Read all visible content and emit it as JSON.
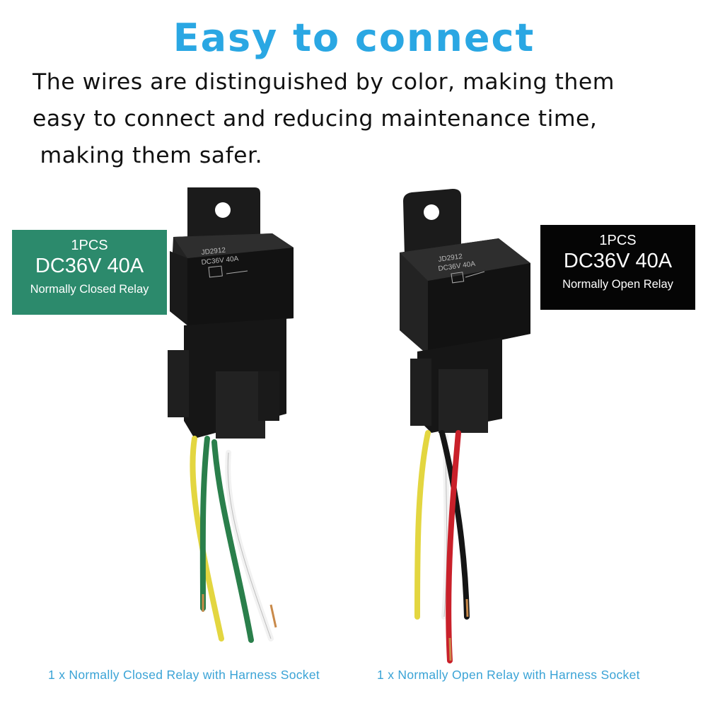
{
  "heading": "Easy to connect",
  "description": {
    "line1": "The wires are distinguished by color, making them",
    "line2": "easy to connect and reducing maintenance time,",
    "line3": " making them safer."
  },
  "products": [
    {
      "badge": {
        "qty": "1PCS",
        "spec": "DC36V 40A",
        "type": "Normally Closed Relay",
        "color": "#2c8a6c"
      },
      "label": {
        "model": "JD2912",
        "rating": "DC36V  40A"
      },
      "wires": [
        "yellow",
        "green",
        "green",
        "white"
      ],
      "caption": "1 x Normally Closed Relay with Harness Socket"
    },
    {
      "badge": {
        "qty": "1PCS",
        "spec": "DC36V 40A",
        "type": "Normally Open Relay",
        "color": "#050505"
      },
      "label": {
        "model": "JD2912",
        "rating": "DC36V  40A"
      },
      "wires": [
        "yellow",
        "black",
        "red",
        "white"
      ],
      "caption": "1 x Normally Open Relay with Harness Socket"
    }
  ],
  "colors": {
    "heading": "#2aa7e3",
    "caption": "#3aa3d6"
  }
}
